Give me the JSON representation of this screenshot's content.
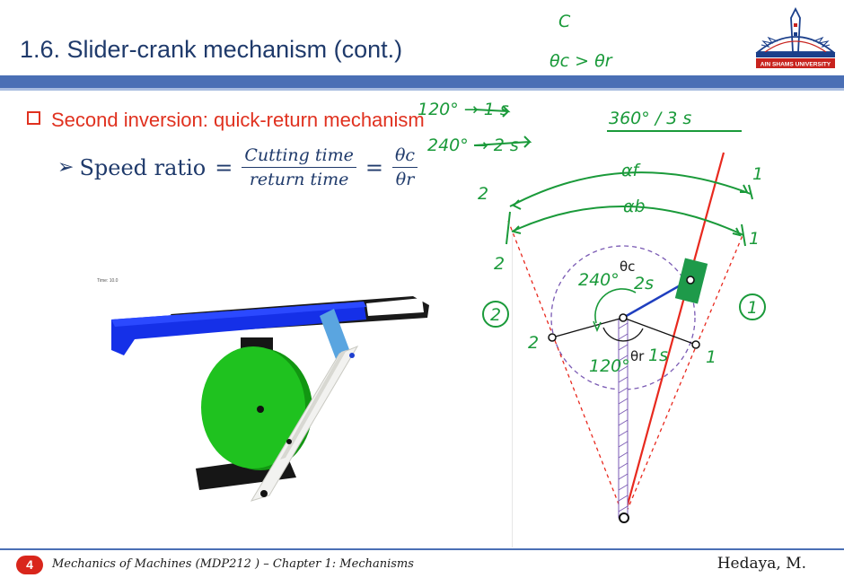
{
  "slide": {
    "title": "1.6. Slider-crank mechanism (cont.)",
    "logo_text": "AIN SHAMS UNIVERSITY",
    "bullet": "Second inversion: quick-return mechanism",
    "formula": {
      "lhs": "Speed ratio",
      "equals": "=",
      "numerator": "Cutting time",
      "denominator": "return time",
      "rhs_numerator": "θc",
      "rhs_denominator": "θr"
    },
    "simulation": {
      "time_label": "Time: 10.0"
    }
  },
  "annotations": {
    "top_c": "C",
    "theta_compare": "θc > θr",
    "cutting": "120° → 1 s",
    "returning": "240° → 2 s",
    "cycle": "360° / 3 s",
    "alpha_f": "αf",
    "alpha_b": "αb",
    "pos_1": "1",
    "pos_2": "2",
    "circled_1": "1",
    "circled_2": "2",
    "angle_240": "240°",
    "theta_c": "θc",
    "time_2s": "2s",
    "angle_120": "120°",
    "theta_r": "θr",
    "time_1s": "1s"
  },
  "footer": {
    "page": "4",
    "course": "Mechanics of Machines (MDP212 ) – Chapter 1: Mechanisms",
    "author": "Hedaya, M."
  },
  "colors": {
    "title": "#1f3a6b",
    "bullet": "#e0311f",
    "bar": "#4a6fb5",
    "ink_green": "#1a9a3a",
    "diagram_red": "#e8291e",
    "diagram_blue": "#1f3fbf",
    "diagram_purple": "#7a5ab4"
  }
}
